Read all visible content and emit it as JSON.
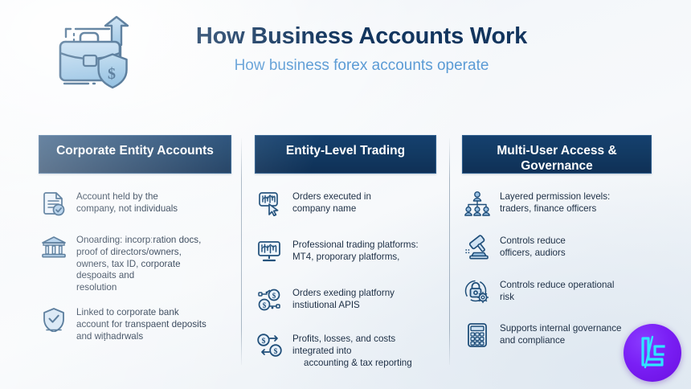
{
  "header": {
    "title": "How Business Accounts Work",
    "subtitle": "How business forex accounts operate",
    "hero_icon": "briefcase-growth-shield-icon"
  },
  "columns": [
    {
      "id": "corporate-entity-accounts",
      "header": "Corporate Entity Accounts",
      "bullets": [
        {
          "icon": "document-check-icon",
          "lines": [
            "Account held by the",
            "company, not individuals"
          ]
        },
        {
          "icon": "bank-building-icon",
          "lines": [
            "Onoarding: incorpːration docs,",
            "proof of directors/owners,",
            "owners, tax ID, corporate",
            "desฺpoaits and",
            "resolution"
          ]
        },
        {
          "icon": "shield-check-icon",
          "lines": [
            "Linked to corporate bank",
            "account for transpaent deposits",
            "and witฺhadrwals"
          ]
        }
      ]
    },
    {
      "id": "entity-level-trading",
      "header": "Entity-Level Trading",
      "bullets": [
        {
          "icon": "chart-cursor-icon",
          "lines": [
            "Orders executed in",
            "company name"
          ]
        },
        {
          "icon": "monitor-chart-icon",
          "lines": [
            "Professional trading platforms:",
            "MT4, proporary platforms,"
          ]
        },
        {
          "icon": "api-nodes-dollar-icon",
          "lines": [
            "Orders exeding platforny",
            "instiutional APIS"
          ]
        },
        {
          "icon": "dollar-exchange-icon",
          "lines": [
            "Profits, losses, and costs",
            "integrated into",
            "accounting & tax reporting"
          ],
          "indent_from": 2
        }
      ]
    },
    {
      "id": "multi-user-access-governance",
      "header": "Multi-User Access & Governance",
      "bullets": [
        {
          "icon": "org-hierarchy-users-icon",
          "lines": [
            "Layered permission levels:",
            "traders, finance officers"
          ]
        },
        {
          "icon": "gavel-icon",
          "lines": [
            "Controls reduce",
            "officers, audiors"
          ]
        },
        {
          "icon": "lock-gear-icon",
          "lines": [
            "Controls reduce operational",
            "risk"
          ]
        },
        {
          "icon": "calculator-icon",
          "lines": [
            "Supports internal governance",
            "and compliance"
          ]
        }
      ]
    }
  ],
  "logo": {
    "name": "brand-logo-badge",
    "monogram": "LC",
    "circle_color": "#7a1ff5",
    "mark_color": "#2ee6ff"
  },
  "theme": {
    "header_bar_color": "#123a63",
    "title_color": "#12355e",
    "subtitle_color": "#5b9bd5",
    "body_text_color": "#1d2f45",
    "icon_stroke": "#1f4e79",
    "icon_fill": "#9cc3e5"
  }
}
